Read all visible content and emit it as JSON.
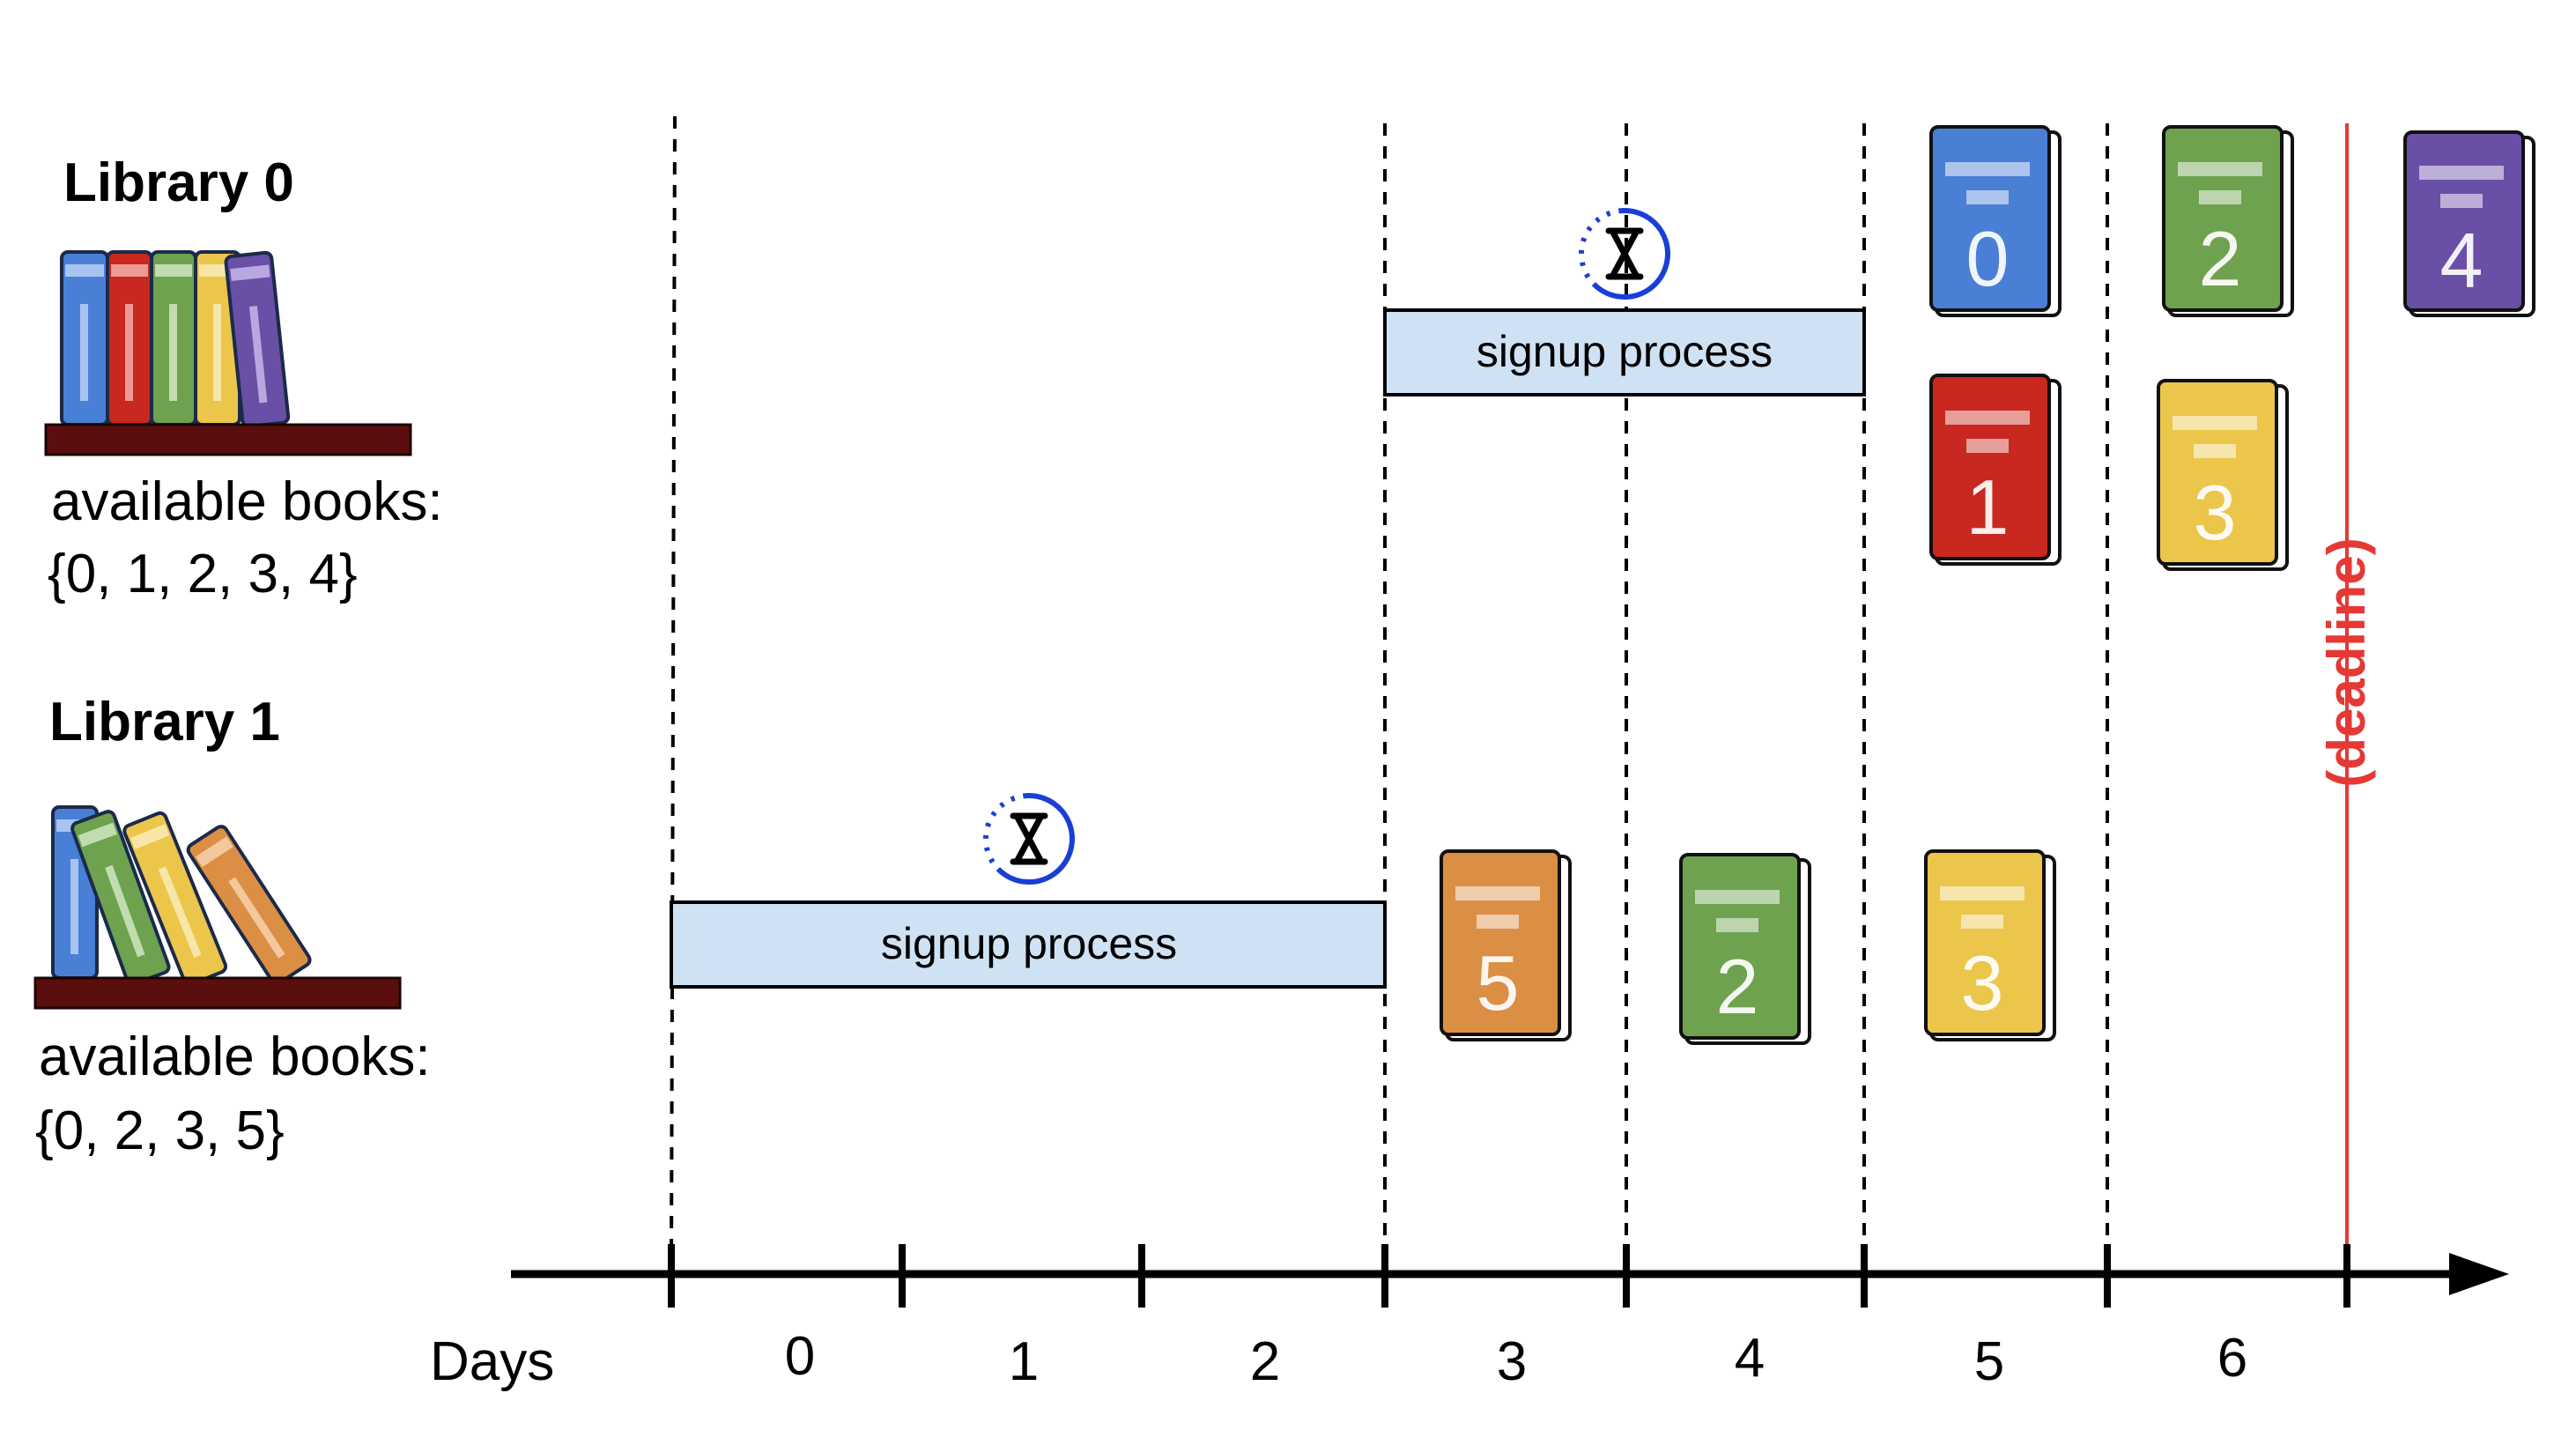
{
  "libraries": [
    {
      "title": "Library 0",
      "books_label": "available books:",
      "books_set": "{0, 1, 2, 3, 4}"
    },
    {
      "title": "Library 1",
      "books_label": "available books:",
      "books_set": "{0, 2, 3, 5}"
    }
  ],
  "timeline": {
    "axis_label": "Days",
    "days": [
      "0",
      "1",
      "2",
      "3",
      "4",
      "5",
      "6"
    ],
    "deadline_label": "(deadline)"
  },
  "signup": {
    "library0_label": "signup process",
    "library1_label": "signup process"
  },
  "scheduled_books": {
    "library0": [
      {
        "number": "0",
        "day": "5"
      },
      {
        "number": "1",
        "day": "5"
      },
      {
        "number": "2",
        "day": "6"
      },
      {
        "number": "3",
        "day": "6"
      },
      {
        "number": "4",
        "day": "after deadline"
      }
    ],
    "library1": [
      {
        "number": "5",
        "day": "3"
      },
      {
        "number": "2",
        "day": "4"
      },
      {
        "number": "3",
        "day": "5"
      }
    ]
  },
  "colors": {
    "blue": "#4a7fd6",
    "red": "#c8281f",
    "green": "#6ea24f",
    "yellow": "#ecc54b",
    "purple": "#6a4fa6",
    "orange": "#db8f45",
    "shelf": "#5b0e0e",
    "signup_fill": "#cfe2f3",
    "deadline": "#e53935",
    "hourglass_ring": "#1a3fd6"
  }
}
